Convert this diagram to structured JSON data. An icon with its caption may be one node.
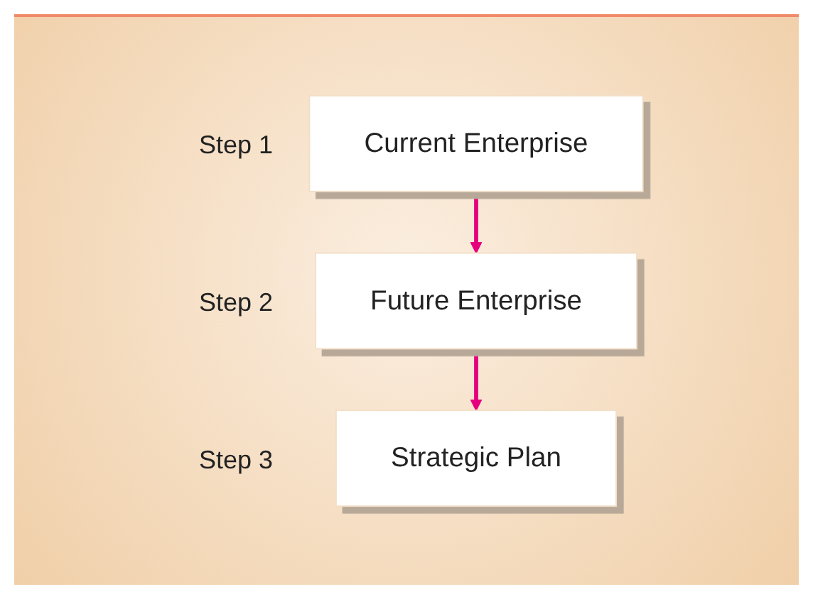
{
  "diagram": {
    "nodes": [
      {
        "text": [
          "Current Enterprise"
        ],
        "beside": [
          "Step 1"
        ]
      },
      {
        "text": [
          "Future Enterprise"
        ],
        "beside": [
          "Step 2"
        ]
      },
      {
        "text": [
          "Strategic Plan"
        ],
        "beside": [
          "Step 3"
        ]
      }
    ],
    "edges": [
      {
        "from": 0,
        "to": 1,
        "arrow": "to"
      },
      {
        "from": 1,
        "to": 2,
        "arrow": "to"
      }
    ]
  }
}
